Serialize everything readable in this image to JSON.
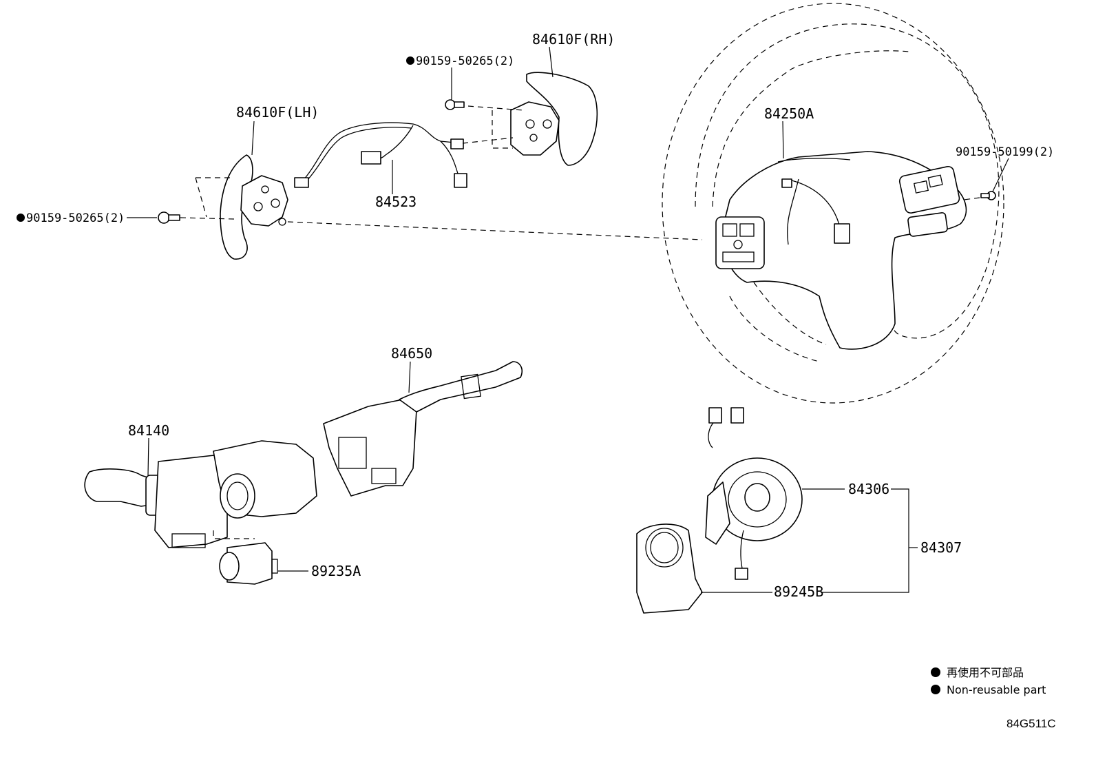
{
  "parts": {
    "p84610f_rh": "84610F(RH)",
    "p90159_50265_top": "90159-50265(2)",
    "p84610f_lh": "84610F(LH)",
    "p84523": "84523",
    "p90159_50265_left": "90159-50265(2)",
    "p84250a": "84250A",
    "p90159_50199": "90159-50199(2)",
    "p84650": "84650",
    "p84140": "84140",
    "p89235a": "89235A",
    "p84306": "84306",
    "p84307": "84307",
    "p89245b": "89245B"
  },
  "legend": {
    "symbol": "black-dot-icon",
    "text_jp": "再使用不可部品",
    "text_en": "Non-reusable part"
  },
  "figure_code": "84G511C"
}
